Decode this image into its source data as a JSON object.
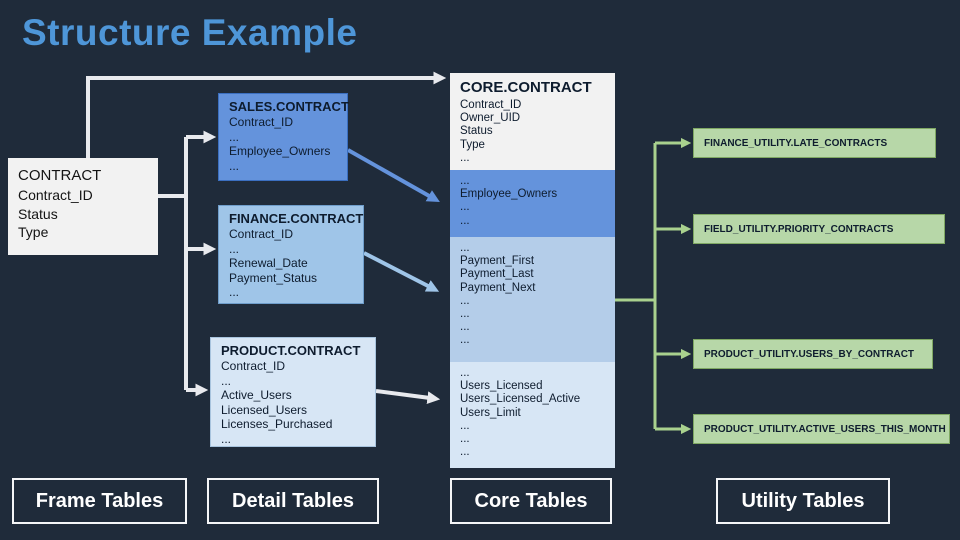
{
  "title": "Structure Example",
  "frame_table": {
    "title": "CONTRACT",
    "fields": [
      "Contract_ID",
      "Status",
      "Type"
    ]
  },
  "detail_tables": [
    {
      "title": "SALES.CONTRACT",
      "fields": [
        "Contract_ID",
        "...",
        "Employee_Owners",
        "..."
      ]
    },
    {
      "title": "FINANCE.CONTRACT",
      "fields": [
        "Contract_ID",
        "...",
        "Renewal_Date",
        "Payment_Status",
        "..."
      ]
    },
    {
      "title": "PRODUCT.CONTRACT",
      "fields": [
        "Contract_ID",
        "...",
        "Active_Users",
        "Licensed_Users",
        "Licenses_Purchased",
        "..."
      ]
    }
  ],
  "core_table": {
    "title": "CORE.CONTRACT",
    "segments": [
      {
        "fields": [
          "Contract_ID",
          "Owner_UID",
          "Status",
          "Type",
          "..."
        ]
      },
      {
        "fields": [
          "...",
          "Employee_Owners",
          "...",
          "..."
        ]
      },
      {
        "fields": [
          "...",
          "Payment_First",
          "Payment_Last",
          "Payment_Next",
          "...",
          "...",
          "...",
          "..."
        ]
      },
      {
        "fields": [
          "...",
          "Users_Licensed",
          "Users_Licensed_Active",
          "Users_Limit",
          "...",
          "...",
          "..."
        ]
      }
    ]
  },
  "utility_tables": [
    {
      "label": "FINANCE_UTILITY.LATE_CONTRACTS"
    },
    {
      "label": "FIELD_UTILITY.PRIORITY_CONTRACTS"
    },
    {
      "label": "PRODUCT_UTILITY.USERS_BY_CONTRACT"
    },
    {
      "label": "PRODUCT_UTILITY.ACTIVE_USERS_THIS_MONTH"
    }
  ],
  "legend": [
    "Frame Tables",
    "Detail Tables",
    "Core Tables",
    "Utility Tables"
  ],
  "colors": {
    "background": "#1f2b3a",
    "title_blue": "#4e96d8",
    "frame_white": "#f2f2f2",
    "detail_blue_dark": "#6493dc",
    "detail_blue_mid": "#9fc5e8",
    "detail_blue_light": "#d7e6f5",
    "core_segment_mid": "#b4cde9",
    "utility_green": "#b7d7a8",
    "arrow_white": "#e8eaee",
    "arrow_blue": "#6493dc",
    "arrow_lightblue": "#9fc5e8",
    "arrow_green": "#a9d18e"
  }
}
